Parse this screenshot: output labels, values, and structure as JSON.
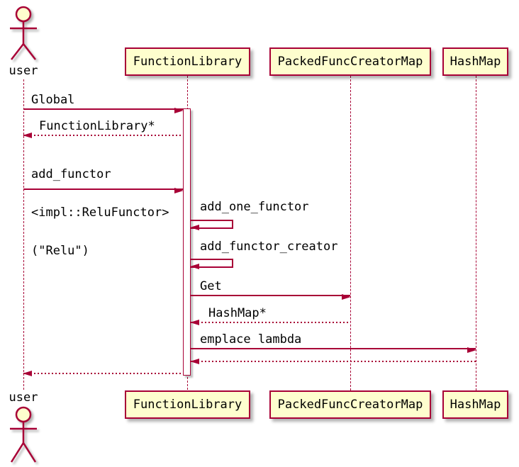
{
  "colors": {
    "accent": "#A80036",
    "participant_fill": "#FEFECE",
    "activation_fill": "#FFFFFF",
    "text": "#000000",
    "background": "#FFFFFF"
  },
  "actors": {
    "top": {
      "label": "user"
    },
    "bottom": {
      "label": "user"
    }
  },
  "participants": [
    {
      "name": "FunctionLibrary"
    },
    {
      "name": "PackedFuncCreatorMap"
    },
    {
      "name": "HashMap"
    }
  ],
  "messages": [
    {
      "label": "Global",
      "kind": "call",
      "from": "user",
      "to": "FunctionLibrary"
    },
    {
      "label": "FunctionLibrary*",
      "kind": "return",
      "from": "FunctionLibrary",
      "to": "user"
    },
    {
      "label_lines": [
        "add_functor",
        "<impl::ReluFunctor>",
        "(\"Relu\")"
      ],
      "kind": "call",
      "from": "user",
      "to": "FunctionLibrary"
    },
    {
      "label": "add_one_functor",
      "kind": "self",
      "from": "FunctionLibrary",
      "to": "FunctionLibrary"
    },
    {
      "label": "add_functor_creator",
      "kind": "self",
      "from": "FunctionLibrary",
      "to": "FunctionLibrary"
    },
    {
      "label": "Get",
      "kind": "call",
      "from": "FunctionLibrary",
      "to": "PackedFuncCreatorMap"
    },
    {
      "label": "HashMap*",
      "kind": "return",
      "from": "PackedFuncCreatorMap",
      "to": "FunctionLibrary"
    },
    {
      "label": "emplace lambda",
      "kind": "call",
      "from": "FunctionLibrary",
      "to": "HashMap"
    },
    {
      "label": "",
      "kind": "return",
      "from": "HashMap",
      "to": "FunctionLibrary"
    },
    {
      "label": "",
      "kind": "return",
      "from": "FunctionLibrary",
      "to": "user"
    }
  ]
}
